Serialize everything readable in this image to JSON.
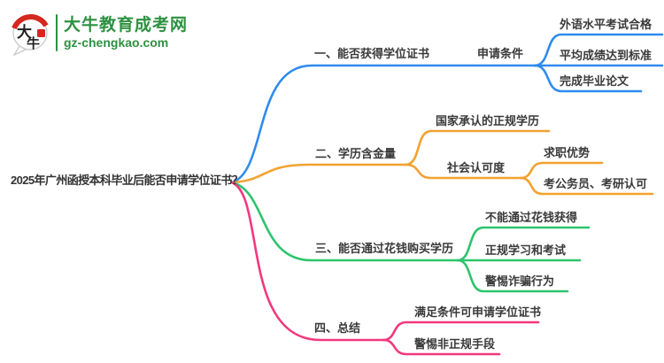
{
  "header": {
    "logo_title": "大牛教育成考网",
    "logo_domain": "gz-chengkao.com",
    "logo_mark_top": "大",
    "logo_mark_bottom": "牛",
    "brand_green": "#2e9141",
    "brand_red": "#d5281e"
  },
  "mindmap": {
    "root": "2025年广州函授本科毕业后能否申请学位证书？",
    "branches": [
      {
        "label": "一、能否获得学位证书",
        "color": "#2e8bef",
        "children": [
          {
            "label": "申请条件",
            "children": [
              {
                "label": "外语水平考试合格"
              },
              {
                "label": "平均成绩达到标准"
              },
              {
                "label": "完成毕业论文"
              }
            ]
          }
        ]
      },
      {
        "label": "二、学历含金量",
        "color": "#f1a230",
        "children": [
          {
            "label": "国家承认的正规学历"
          },
          {
            "label": "社会认可度",
            "children": [
              {
                "label": "求职优势"
              },
              {
                "label": "考公务员、考研认可"
              }
            ]
          }
        ]
      },
      {
        "label": "三、能否通过花钱购买学历",
        "color": "#2cc46d",
        "children": [
          {
            "label": "不能通过花钱获得"
          },
          {
            "label": "正规学习和考试"
          },
          {
            "label": "警惕诈骗行为"
          }
        ]
      },
      {
        "label": "四、总结",
        "color": "#f2387e",
        "children": [
          {
            "label": "满足条件可申请学位证书"
          },
          {
            "label": "警惕非正规手段"
          }
        ]
      }
    ]
  }
}
